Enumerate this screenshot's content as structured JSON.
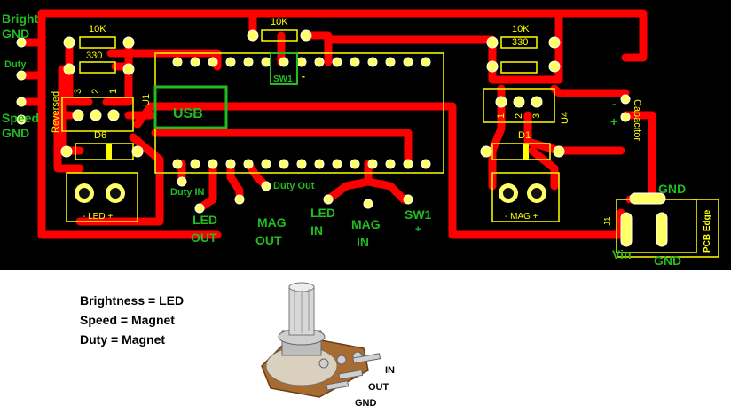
{
  "colors": {
    "board": "#000000",
    "trace": "#ff0000",
    "silkscreen": "#ffff00",
    "label_green": "#22bb22",
    "highlight": "#22bb22",
    "pad_ring": "#ffff66",
    "pad_hole": "#111111",
    "pot_metal": "#c8c8c8",
    "pot_body": "#a86b32"
  },
  "board": {
    "left_labels": [
      "Bright",
      "GND",
      "Duty",
      "Speed",
      "GND"
    ],
    "resistors": [
      "10K",
      "330",
      "10K",
      "10K",
      "330"
    ],
    "u1": {
      "ref": "U1",
      "pins": [
        "3",
        "2",
        "1"
      ],
      "note": "Reversed"
    },
    "u4": {
      "ref": "U4",
      "pins": [
        "1",
        "2",
        "3"
      ]
    },
    "diodes": [
      "D6",
      "D1"
    ],
    "usb_label": "USB",
    "sw1_label": "SW1",
    "sw1_minus": "-",
    "led_terminal": "- LED +",
    "mag_terminal": "- MAG +",
    "duty_in": "Duty IN",
    "duty_out": "Duty Out",
    "bottom_labels": {
      "led_out": [
        "LED",
        "OUT"
      ],
      "mag_out": [
        "MAG",
        "OUT"
      ],
      "led_in": [
        "LED",
        "IN"
      ],
      "mag_in": [
        "MAG",
        "IN"
      ],
      "sw1": "SW1",
      "sw1_plus": "+"
    },
    "capacitor": {
      "label": "Capacitor",
      "minus": "-",
      "plus": "+"
    },
    "j1": "J1",
    "gnd_labels": [
      "GND",
      "GND"
    ],
    "vin": "Vin",
    "pcb_edge": "PCB Edge"
  },
  "legend": {
    "line1": "Brightness = LED",
    "line2": "Speed = Magnet",
    "line3": "Duty = Magnet"
  },
  "potentiometer": {
    "pins": [
      "IN",
      "OUT",
      "GND"
    ]
  }
}
